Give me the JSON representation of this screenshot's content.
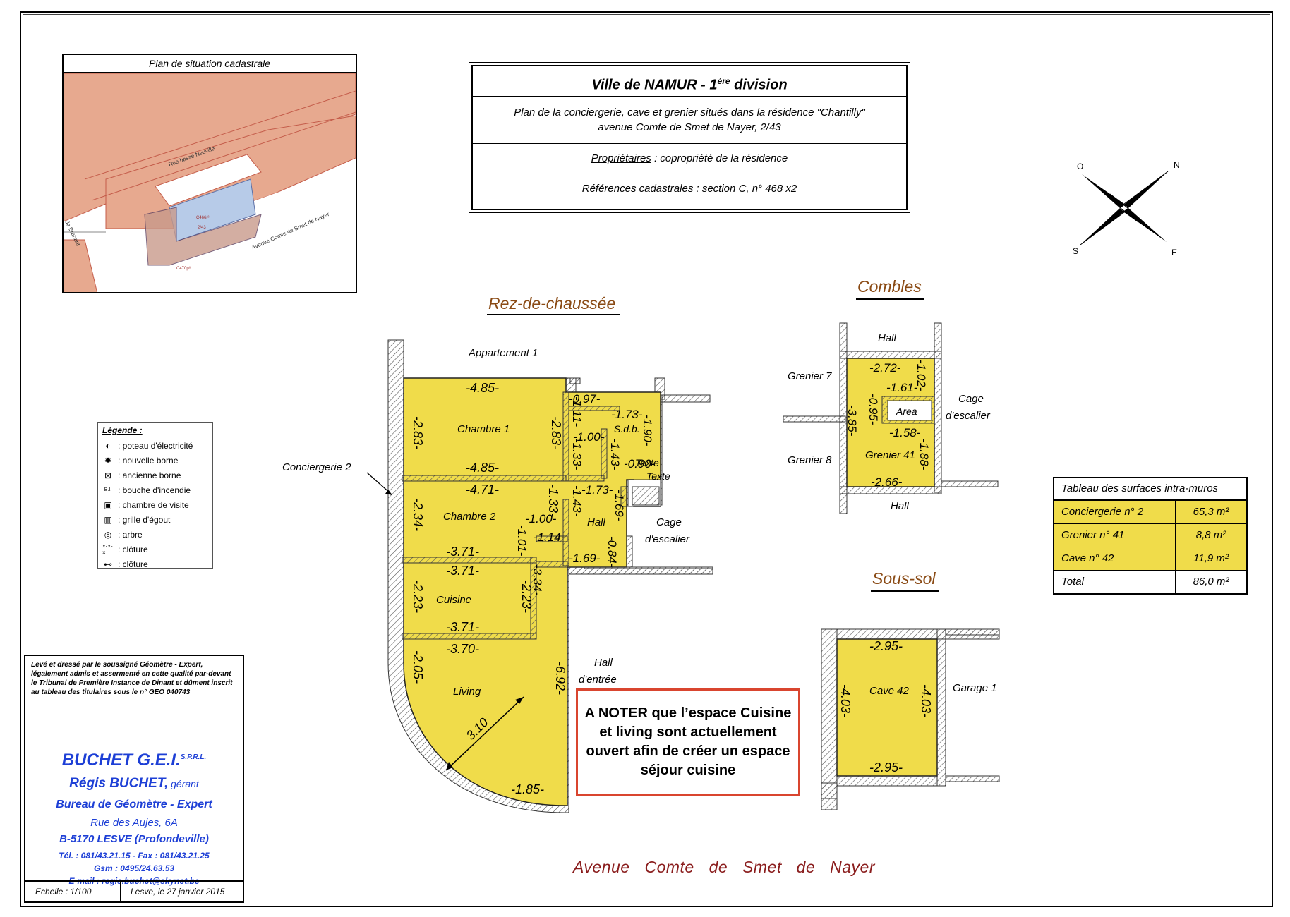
{
  "cadastral": {
    "title": "Plan de situation cadastrale",
    "street_labels": [
      "Rue basse Neuville",
      "Avenue Comte de Smet de Nayer",
      "de Brabant"
    ],
    "parcel_labels": [
      "C466r²",
      "C470p⁶",
      "2/43"
    ]
  },
  "title_block": {
    "heading": "Ville de NAMUR - 1",
    "heading_sup": "ère",
    "heading_end": " division",
    "desc_line1": "Plan de la conciergerie, cave et grenier situés dans la résidence \"Chantilly\"",
    "desc_line2": "avenue Comte de Smet de Nayer, 2/43",
    "owners_label": "Propriétaires",
    "owners_value": " : copropriété de la résidence",
    "refs_label": "Références cadastrales",
    "refs_value": " : section C, n° 468 x2"
  },
  "compass": {
    "n": "N",
    "o": "O",
    "s": "S",
    "e": "E"
  },
  "section_titles": {
    "ground": "Rez-de-chaussée",
    "attic": "Combles",
    "basement": "Sous-sol"
  },
  "legend": {
    "title": "Légende :",
    "items": [
      {
        "icon": "half-circle-icon",
        "label": ": poteau d'électricité"
      },
      {
        "icon": "filled-gear-icon",
        "label": ": nouvelle borne"
      },
      {
        "icon": "crossed-square-icon",
        "label": ": ancienne borne"
      },
      {
        "icon": "hydrant-icon",
        "label": ": bouche d'incendie"
      },
      {
        "icon": "inspection-chamber-icon",
        "label": ": chambre de visite"
      },
      {
        "icon": "grate-icon",
        "label": ": grille d'égout"
      },
      {
        "icon": "tree-icon",
        "label": ": arbre"
      },
      {
        "icon": "fence-x-icon",
        "label": ": clôture"
      },
      {
        "icon": "fence-line-icon",
        "label": ": clôture"
      }
    ],
    "hydrant_tag": "B.I."
  },
  "ground_floor": {
    "neighbours": {
      "apt": "Appartement 1",
      "concierge": "Conciergerie 2",
      "cage": "Cage",
      "cage2": "d'escalier",
      "hall": "Hall",
      "hall2": "d'entrée"
    },
    "rooms": {
      "chambre1": "Chambre 1",
      "chambre2": "Chambre 2",
      "sdb": "S.d.b.",
      "hall": "Hall",
      "cuisine": "Cuisine",
      "living": "Living",
      "texte": "Texte"
    },
    "dims": {
      "c1_top": "-4.85-",
      "c1_bottom": "-4.85-",
      "c1_left": "-2.83-",
      "c1_right": "-2.83-",
      "c2_top": "-4.71-",
      "c2_bottom": "-3.71-",
      "c2_left": "-2.34-",
      "c2_right": "-1.33-",
      "cu_top": "-3.71-",
      "cu_bottom": "-3.71-",
      "cu_left": "-2.23-",
      "cu_right": "-2.23-",
      "li_top": "-3.70-",
      "li_bottom": "-1.85-",
      "li_left": "-2.05-",
      "li_right": "-6.92-",
      "li_radius": "3.10",
      "sdb_097": "-0.97-",
      "sdb_173": "-1.73-",
      "sdb_190": "-1.90-",
      "sdb_111": "-1.11-",
      "sdb_100": "-1.00-",
      "sdb_133": "-1.33-",
      "sdb_143": "-1.43-",
      "sdb_090": "-0.90-",
      "h_143": "-1.43-",
      "h_173": "-1.73-",
      "h_169": "-1.69-",
      "h_100": "-1.00-",
      "h_101": "-1.01-",
      "h_114": "-1.14-",
      "h_169b": "-1.69-",
      "h_084": "-0.84-",
      "h_334": "-3.34-"
    }
  },
  "attic": {
    "labels": {
      "hall_top": "Hall",
      "hall_bottom": "Hall",
      "grenier7": "Grenier 7",
      "grenier8": "Grenier 8",
      "cage": "Cage",
      "cage2": "d'escalier",
      "area": "Area",
      "room": "Grenier 41"
    },
    "dims": {
      "top": "-2.72-",
      "r102": "-1.02-",
      "r161": "-1.61-",
      "r095": "-0.95-",
      "r158": "-1.58-",
      "r188": "-1.88-",
      "left": "-3.85-",
      "bottom": "-2.66-"
    }
  },
  "basement": {
    "labels": {
      "room": "Cave 42",
      "garage": "Garage 1"
    },
    "dims": {
      "top": "-2.95-",
      "bottom": "-2.95-",
      "left": "-4.03-",
      "right": "-4.03-"
    }
  },
  "surfaces": {
    "caption": "Tableau des surfaces intra-muros",
    "rows": [
      {
        "label": "Conciergerie n° 2",
        "value": "65,3 m²"
      },
      {
        "label": "Grenier n° 41",
        "value": "8,8 m²"
      },
      {
        "label": "Cave n° 42",
        "value": "11,9 m²"
      },
      {
        "label": "Total",
        "value": "86,0 m²"
      }
    ]
  },
  "surveyor": {
    "note": "Levé et dressé par le soussigné Géomètre - Expert, légalement admis et assermenté en cette qualité par-devant le Tribunal de Première Instance de Dinant et dûment inscrit au tableau des titulaires sous le n° GEO 040743",
    "company": "BUCHET G.E.I.",
    "company_sup": "S.P.R.L.",
    "manager": "Régis BUCHET,",
    "manager_role": " gérant",
    "office": "Bureau de Géomètre - Expert",
    "street": "Rue des Aujes, 6A",
    "city": "B-5170   LESVE (Profondeville)",
    "phone": "Tél. : 081/43.21.15 - Fax : 081/43.21.25",
    "gsm": "Gsm : 0495/24.63.53",
    "email": "E-mail : regis.buchet@skynet.be",
    "scale": "Echelle : 1/100",
    "date": "Lesve, le 27 janvier 2015"
  },
  "note_box": "A NOTER que l’espace Cuisine et living sont actuellement ouvert afin de créer un espace séjour cuisine",
  "street_bottom": "Avenue Comte de Smet de Nayer",
  "colors": {
    "room_fill": "#f0dc4a",
    "wall_hatch": "#555555",
    "section_title": "#8a4a14",
    "blue": "#1d3fd6",
    "note_border": "#d9452f"
  }
}
